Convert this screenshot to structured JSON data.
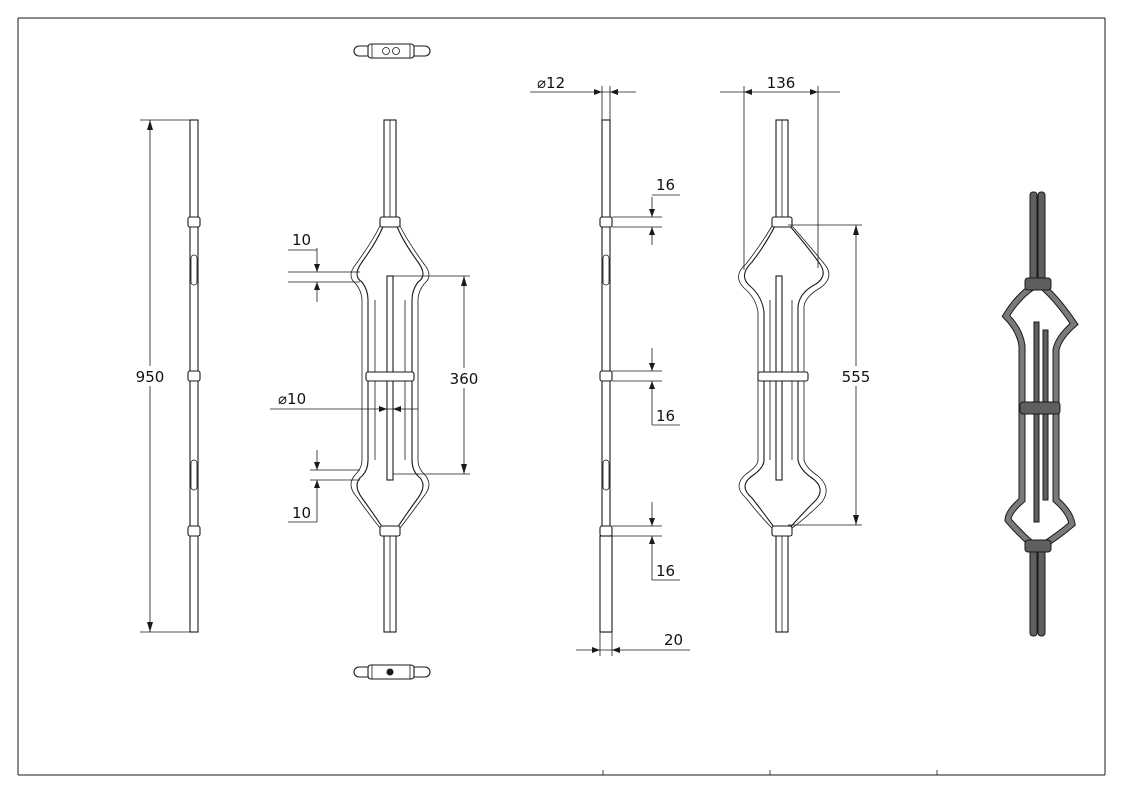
{
  "colors": {
    "line": "#1a1a1a",
    "shade": "#5f5f5f",
    "paper": "#ffffff"
  },
  "dimensions": {
    "total_height": "950",
    "ring_gap_10_top": "10",
    "inner_bar_height": "360",
    "inner_bar_diameter": "⌀10",
    "ring_gap_10_bottom": "10",
    "rod_diameter": "⌀12",
    "collar_16_top": "16",
    "collar_16_middle": "16",
    "collar_16_bottom": "16",
    "base_width": "20",
    "cage_width": "136",
    "cage_height": "555"
  }
}
